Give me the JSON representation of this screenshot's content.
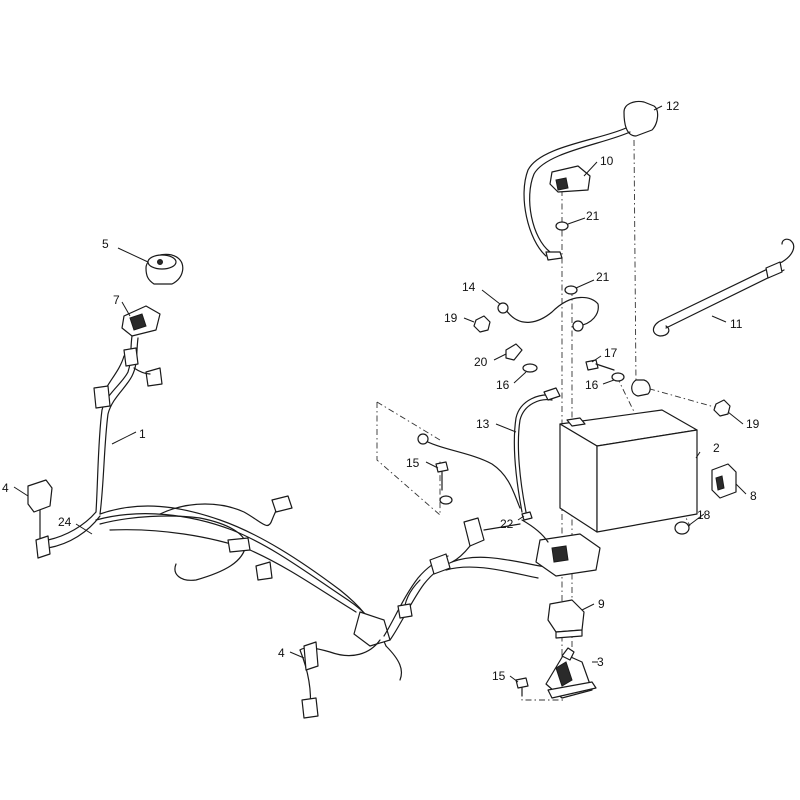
{
  "diagram": {
    "type": "exploded-parts-diagram",
    "callouts": [
      {
        "id": "c1",
        "label": "1"
      },
      {
        "id": "c2",
        "label": "2"
      },
      {
        "id": "c3",
        "label": "3"
      },
      {
        "id": "c4a",
        "label": "4"
      },
      {
        "id": "c4b",
        "label": "4"
      },
      {
        "id": "c5",
        "label": "5"
      },
      {
        "id": "c7",
        "label": "7"
      },
      {
        "id": "c8",
        "label": "8"
      },
      {
        "id": "c9",
        "label": "9"
      },
      {
        "id": "c10",
        "label": "10"
      },
      {
        "id": "c11",
        "label": "11"
      },
      {
        "id": "c12",
        "label": "12"
      },
      {
        "id": "c13",
        "label": "13"
      },
      {
        "id": "c14",
        "label": "14"
      },
      {
        "id": "c15a",
        "label": "15"
      },
      {
        "id": "c15b",
        "label": "15"
      },
      {
        "id": "c16a",
        "label": "16"
      },
      {
        "id": "c16b",
        "label": "16"
      },
      {
        "id": "c17",
        "label": "17"
      },
      {
        "id": "c18",
        "label": "18"
      },
      {
        "id": "c19a",
        "label": "19"
      },
      {
        "id": "c19b",
        "label": "19"
      },
      {
        "id": "c20",
        "label": "20"
      },
      {
        "id": "c21a",
        "label": "21"
      },
      {
        "id": "c21b",
        "label": "21"
      },
      {
        "id": "c22",
        "label": "22"
      },
      {
        "id": "c24",
        "label": "24"
      }
    ]
  }
}
